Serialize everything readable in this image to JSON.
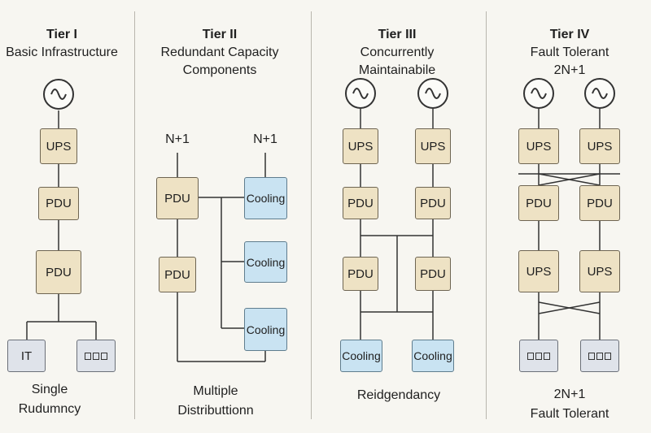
{
  "tiers": [
    {
      "title": "Tier I",
      "subtitle": [
        "Basic Infrastructure"
      ],
      "footer": [
        "Single",
        "Rudumncy"
      ],
      "labels": {
        "ups": "UPS",
        "pdu1": "PDU",
        "pdu2": "PDU",
        "it": "IT"
      }
    },
    {
      "title": "Tier II",
      "subtitle": [
        "Redundant Capacity",
        "Components"
      ],
      "footer": [
        "Multiple",
        "Distributtionn"
      ],
      "labels": {
        "n1_left": "N+1",
        "n1_right": "N+1",
        "pdu1": "PDU",
        "pdu2": "PDU",
        "cooling1": "Cooling",
        "cooling2": "Cooling",
        "cooling3": "Cooling"
      }
    },
    {
      "title": "Tier III",
      "subtitle": [
        "Concurrently",
        "Maintainabile"
      ],
      "footer": [
        "Reidgendancy"
      ],
      "labels": {
        "ups_a": "UPS",
        "ups_b": "UPS",
        "pdu_a1": "PDU",
        "pdu_b1": "PDU",
        "pdu_a2": "PDU",
        "pdu_b2": "PDU",
        "cooling_a": "Cooling",
        "cooling_b": "Cooling"
      }
    },
    {
      "title": "Tier IV",
      "subtitle": [
        "Fault Tolerant",
        "2N+1"
      ],
      "footer": [
        "2N+1",
        "Fault Tolerant"
      ],
      "labels": {
        "ups_a1": "UPS",
        "ups_b1": "UPS",
        "pdu_a": "PDU",
        "pdu_b": "PDU",
        "ups_a2": "UPS",
        "ups_b2": "UPS"
      }
    }
  ],
  "icons": {
    "power_source": "ac-sine-source-icon",
    "server_rack": "server-rack-icon"
  },
  "colors": {
    "component": "#eee2c4",
    "cooling": "#c9e3f2",
    "it_equipment": "#dfe3ea",
    "line": "#333333"
  }
}
